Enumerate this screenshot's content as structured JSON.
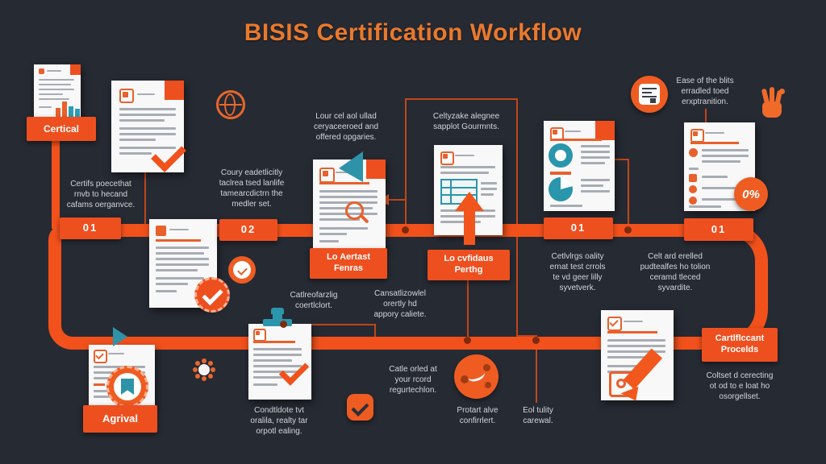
{
  "title": "BISIS Certification Workflow",
  "colors": {
    "background": "#262a33",
    "accent_orange": "#ee4f1f",
    "pipe_orange": "#f2511b",
    "teal": "#2b96ab",
    "caption_text": "#d2d5d9",
    "title_text": "#e9792e",
    "connector": "#c2461a"
  },
  "labels": {
    "certical": "Certical",
    "step_left": "01",
    "step_mid": "02",
    "step_right": "01",
    "step_far_right": "01",
    "lo_aertast": "Lo Aertast\nFenras",
    "lo_cvfidaus": "Lo cvfidaus\nPerthg",
    "agrival": "Agrival",
    "certproc": "Cartlflccant\nProcelds",
    "percent": "0%"
  },
  "captions": {
    "cert_left": "Certifs poecethat\nrnvb to hecand\ncafams oerganvce.",
    "globe_note": "Coury eadetlicitly\ntaclrea tsed lanlife\ntamearcdictrn the\nmedler set.",
    "offered_note": "Lour cel aol ullad\nceryaceeroed and\noffered opgaries.",
    "submit_note": "Celtyzake alegnee\nsapplot Gourmnts.",
    "ease_note": "Ease of the blits\nerradled toed\nerxptranition.",
    "quality_note": "Cetlvlrgs oality\nernat test crrols\nte vd geer lilly\nsyvetverk.",
    "audits_note": "Celt ard erelled\npudtealfes ho tolion\nceramd tleced\nsyvardite.",
    "correcting_note": "Coltset d cerecting\not od to e loat ho\nosorgellset.",
    "record_note": "Catle orled at\nyour rcord\nregurtechlon.",
    "pointer_note": "Protart alve\nconfirrlert.",
    "quality2_note": "Eol tulity\ncarewal.",
    "approval_note": "Condtldote tvt\noralila, realty tar\norpotl ealing.",
    "cert_note1": "Catlreofarzlig\ncoertlclort.",
    "cert_note2": "Cansatlizowlel\norertly hd\nappory caliete."
  },
  "icons": {
    "globe": "globe",
    "certificate_circle": "certificate",
    "hand": "hand",
    "sun": "sun",
    "badge_circle": "badge",
    "check_square": "✓",
    "ball": "ball",
    "percent_value": "0%"
  }
}
